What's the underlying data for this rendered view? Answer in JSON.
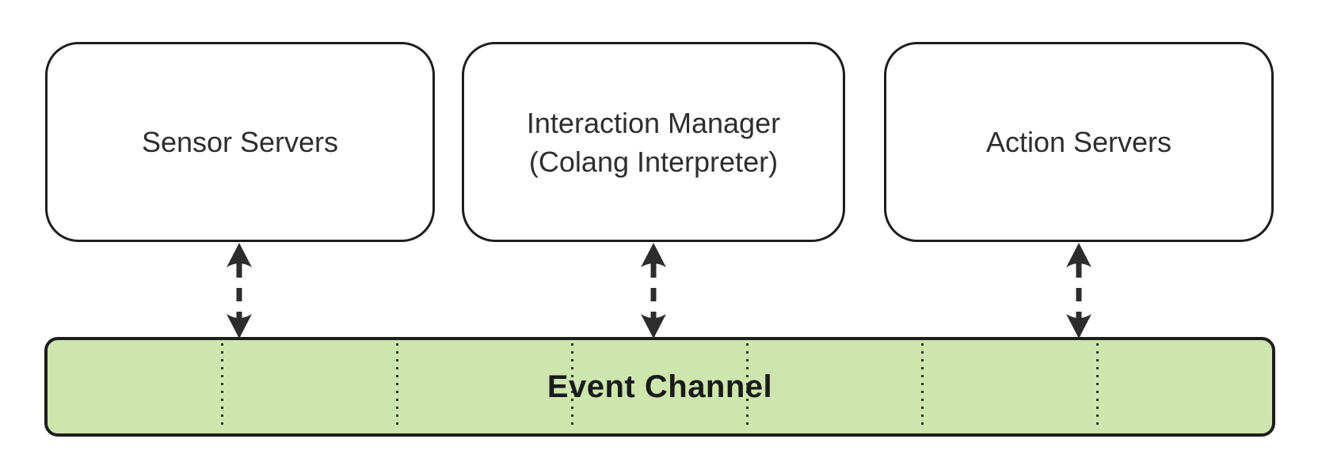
{
  "diagram": {
    "type": "architecture-flow-diagram",
    "nodes": [
      {
        "label": "Sensor Servers"
      },
      {
        "label": "Interaction Manager",
        "sublabel": "(Colang Interpreter)"
      },
      {
        "label": "Action Servers"
      }
    ],
    "event_channel": {
      "label": "Event Channel",
      "separator_count": 6
    },
    "connections": [
      {
        "from": "Sensor Servers",
        "to": "Event Channel",
        "direction": "bidirectional",
        "style": "dashed"
      },
      {
        "from": "Interaction Manager (Colang Interpreter)",
        "to": "Event Channel",
        "direction": "bidirectional",
        "style": "dashed"
      },
      {
        "from": "Action Servers",
        "to": "Event Channel",
        "direction": "bidirectional",
        "style": "dashed"
      }
    ],
    "colors": {
      "channel_fill": "#cde6ae",
      "channel_border": "#1d1d1d",
      "node_border": "#1d1d1d",
      "node_fill": "#ffffff",
      "arrow": "#2d2d2d",
      "label_text": "#2e2e2e",
      "channel_text": "#1a1a1a",
      "background": "#ffffff",
      "separator": "#333333"
    }
  }
}
